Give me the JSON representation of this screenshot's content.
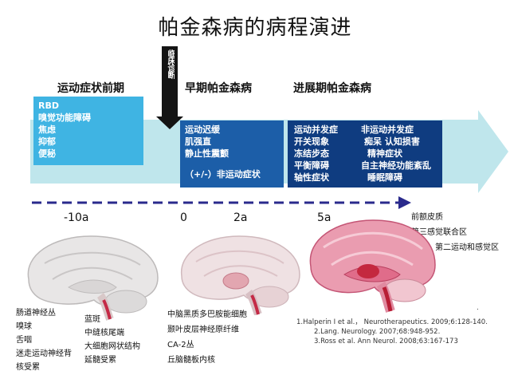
{
  "title": "帕金森病的病程演进",
  "stages": {
    "prodromal": "运动症状前期",
    "early": "早期帕金森病",
    "advanced": "进展期帕金森病"
  },
  "diagnosis_label": "临床诊断",
  "prodromal_box": [
    "RBD",
    "嗅觉功能障碍",
    "焦虑",
    "抑郁",
    "便秘"
  ],
  "early_box": {
    "items": [
      "运动迟缓",
      "肌强直",
      "静止性震颤"
    ],
    "nonmotor": "（+/-）非运动症状"
  },
  "advanced_box": {
    "motor_header": "运动并发症",
    "nonmotor_header": "非运动并发症",
    "motor": [
      "开关现象",
      "冻结步态",
      "平衡障碍",
      "轴性症状"
    ],
    "nonmotor": [
      "痴呆  认知损害",
      "精神症状",
      "自主神经功能紊乱",
      "睡眠障碍"
    ]
  },
  "timeline": [
    "-10a",
    "0",
    "2a",
    "5a"
  ],
  "cortex_labels": [
    "前额皮质",
    "第三感觉联合区",
    "初级、第二运动和感觉区"
  ],
  "brain1_left": [
    "肠道神经丛",
    "嗅球",
    "舌咽",
    "迷走运动神经背",
    "核受累"
  ],
  "brain1_right": [
    "蓝斑",
    "中缝核尾端",
    "大细胞网状结构",
    "延髓受累"
  ],
  "brain2_labels": [
    "中脑黑质多巴胺能细胞",
    "颞叶皮层神经原纤维",
    "CA-2丛",
    "丘脑髓板内核"
  ],
  "references": [
    "1.Halperin I et al.， Neurotherapeutics. 2009;6:128-140.",
    "2.Lang. Neurology. 2007;68:948-952.",
    "3.Ross et al. Ann Neurol. 2008;63:167-173"
  ],
  "dot": ".",
  "colors": {
    "arrow": "#bfe6ec",
    "prodromal_box": "#3fb4e3",
    "early_box": "#1c5ea8",
    "advanced_box": "#0f3c80",
    "dash": "#2a2a8c",
    "diag_arrow": "#141414"
  }
}
